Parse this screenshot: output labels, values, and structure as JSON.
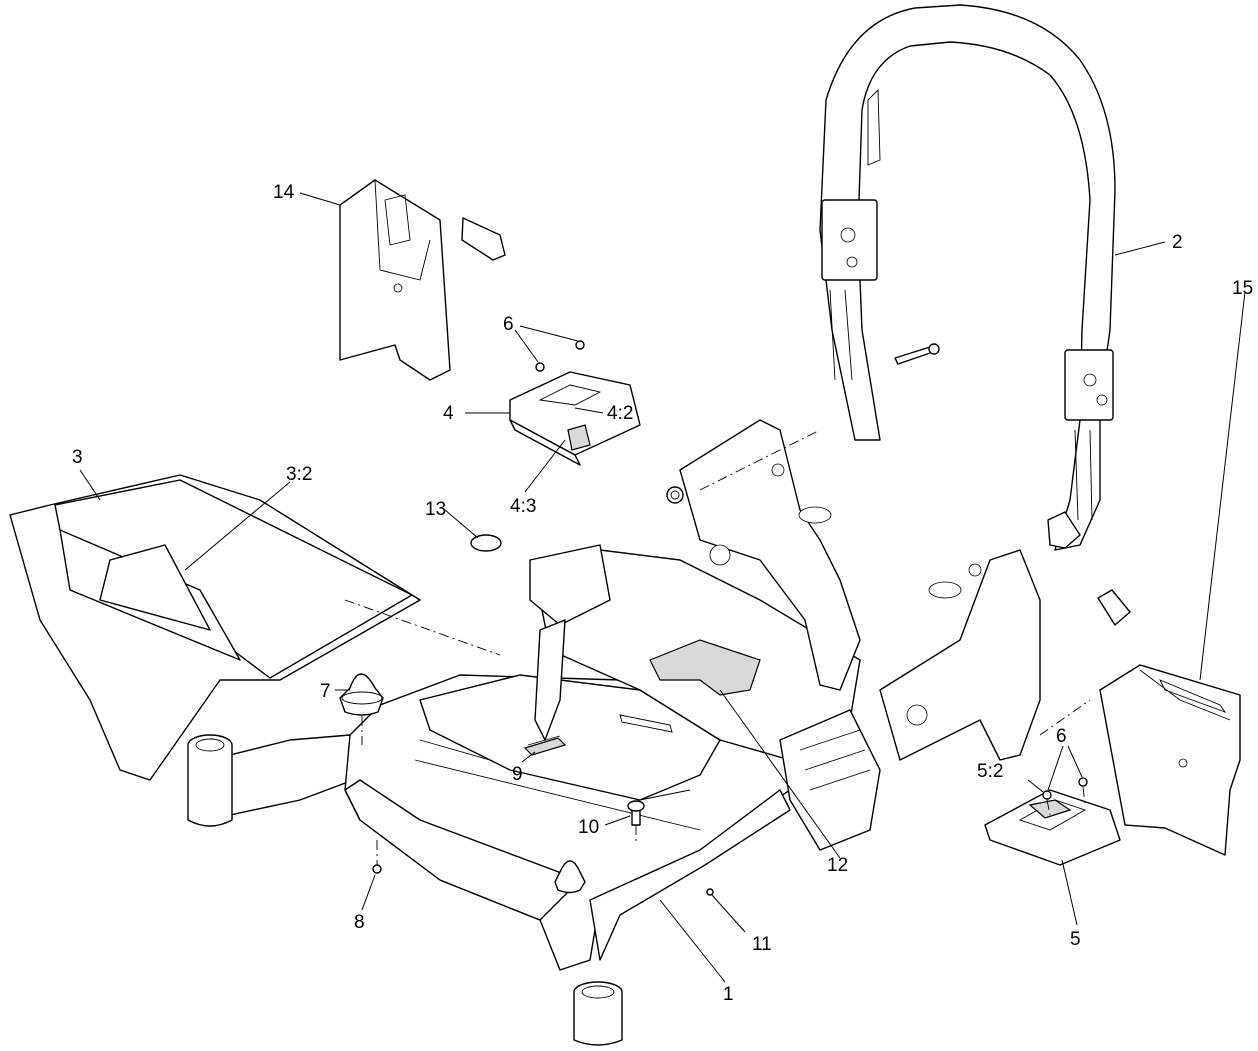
{
  "callouts": {
    "c1": "1",
    "c2": "2",
    "c3": "3",
    "c3_2": "3:2",
    "c4": "4",
    "c4_2": "4:2",
    "c4_3": "4:3",
    "c5": "5",
    "c5_2": "5:2",
    "c6a": "6",
    "c6b": "6",
    "c7": "7",
    "c8": "8",
    "c9": "9",
    "c10": "10",
    "c11": "11",
    "c12": "12",
    "c13": "13",
    "c14": "14",
    "c15": "15"
  }
}
